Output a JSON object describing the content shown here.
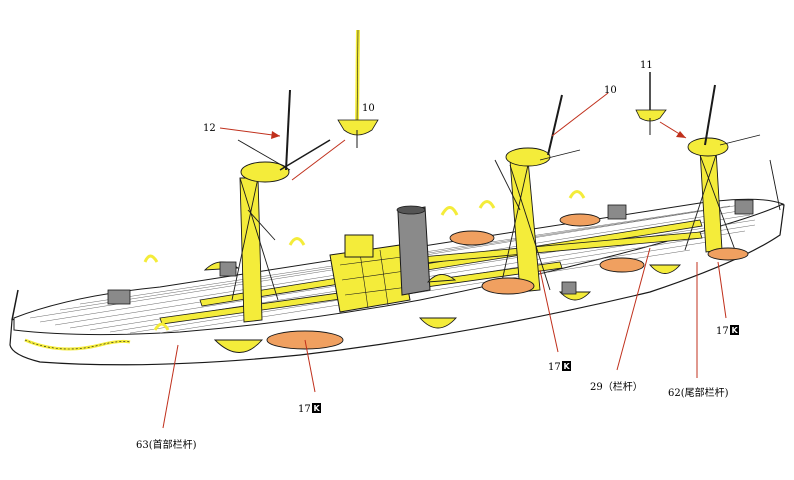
{
  "figure": {
    "colors": {
      "structure": "#f4ec3a",
      "outline": "#1a1a1a",
      "boat": "#f0a060",
      "gun": "#8a8a8a",
      "leader": "#c0301c",
      "hull": "#ffffff"
    },
    "labels": {
      "l12": "12",
      "l10a": "10",
      "l10b": "10",
      "l11": "11",
      "l17a": "17",
      "l17b": "17",
      "l17c": "17",
      "l29": "29（栏杆）",
      "l62": "62(尾部栏杆)",
      "l63": "63(首部栏杆)"
    }
  }
}
